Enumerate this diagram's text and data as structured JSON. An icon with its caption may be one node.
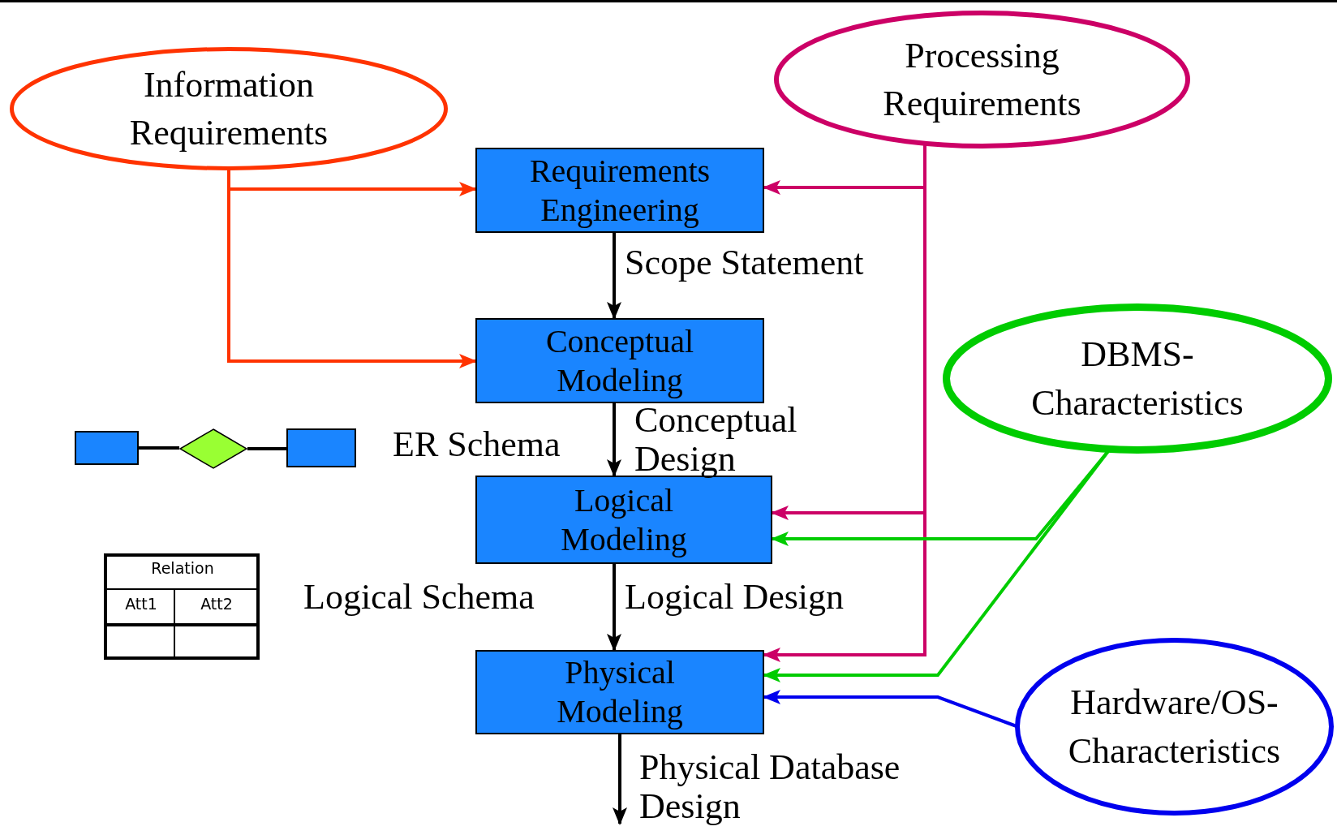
{
  "diagram": {
    "nodes": [
      {
        "text": [
          "Information Requirements"
        ]
      },
      {
        "text": [
          "Processing Requirements"
        ]
      },
      {
        "text": [
          "Requirements Engineering"
        ]
      },
      {
        "text": [
          "Conceptual Modeling"
        ]
      },
      {
        "text": [
          "DBMS-Characteristics"
        ]
      },
      {
        "text": [],
        "shape": "box"
      },
      {
        "text": [],
        "shape": "diamond"
      },
      {
        "text": [],
        "shape": "box"
      },
      {
        "text": [
          "Logical Modeling"
        ]
      },
      {
        "text": [
          "Physical Modeling"
        ]
      },
      {
        "text": [
          "Hardware/OS-Characteristics"
        ]
      }
    ],
    "edges": [
      {
        "from": 0,
        "to": 2,
        "arrow": "to",
        "color": "#ff3300"
      },
      {
        "from": 0,
        "to": 3,
        "arrow": "to",
        "color": "#ff3300"
      },
      {
        "from": 1,
        "to": 2,
        "arrow": "to",
        "color": "#cc0066"
      },
      {
        "from": 1,
        "to": 8,
        "arrow": "to",
        "color": "#cc0066"
      },
      {
        "from": 1,
        "to": 9,
        "arrow": "to",
        "color": "#cc0066"
      },
      {
        "from": 2,
        "to": 3,
        "arrow": "to",
        "label": "Scope Statement"
      },
      {
        "from": 5,
        "to": 6,
        "arrow": "none"
      },
      {
        "from": 6,
        "to": 7,
        "arrow": "none"
      },
      {
        "from": 3,
        "to": 8,
        "arrow": "to",
        "label": "Conceptual Design"
      },
      {
        "from": 4,
        "to": 8,
        "arrow": "to",
        "color": "#00cc00"
      },
      {
        "from": 4,
        "to": 9,
        "arrow": "to",
        "color": "#00cc00"
      },
      {
        "from": 8,
        "to": 9,
        "arrow": "to",
        "label": "Logical Design"
      },
      {
        "from": 10,
        "to": 9,
        "arrow": "to",
        "color": "#0000ee"
      },
      {
        "from": 9,
        "to": null,
        "arrow": "to",
        "label": "Physical Database Design"
      }
    ],
    "labels": [
      "ER Schema",
      "Relation",
      "Att1",
      "Att2",
      "Logical Schema"
    ]
  }
}
